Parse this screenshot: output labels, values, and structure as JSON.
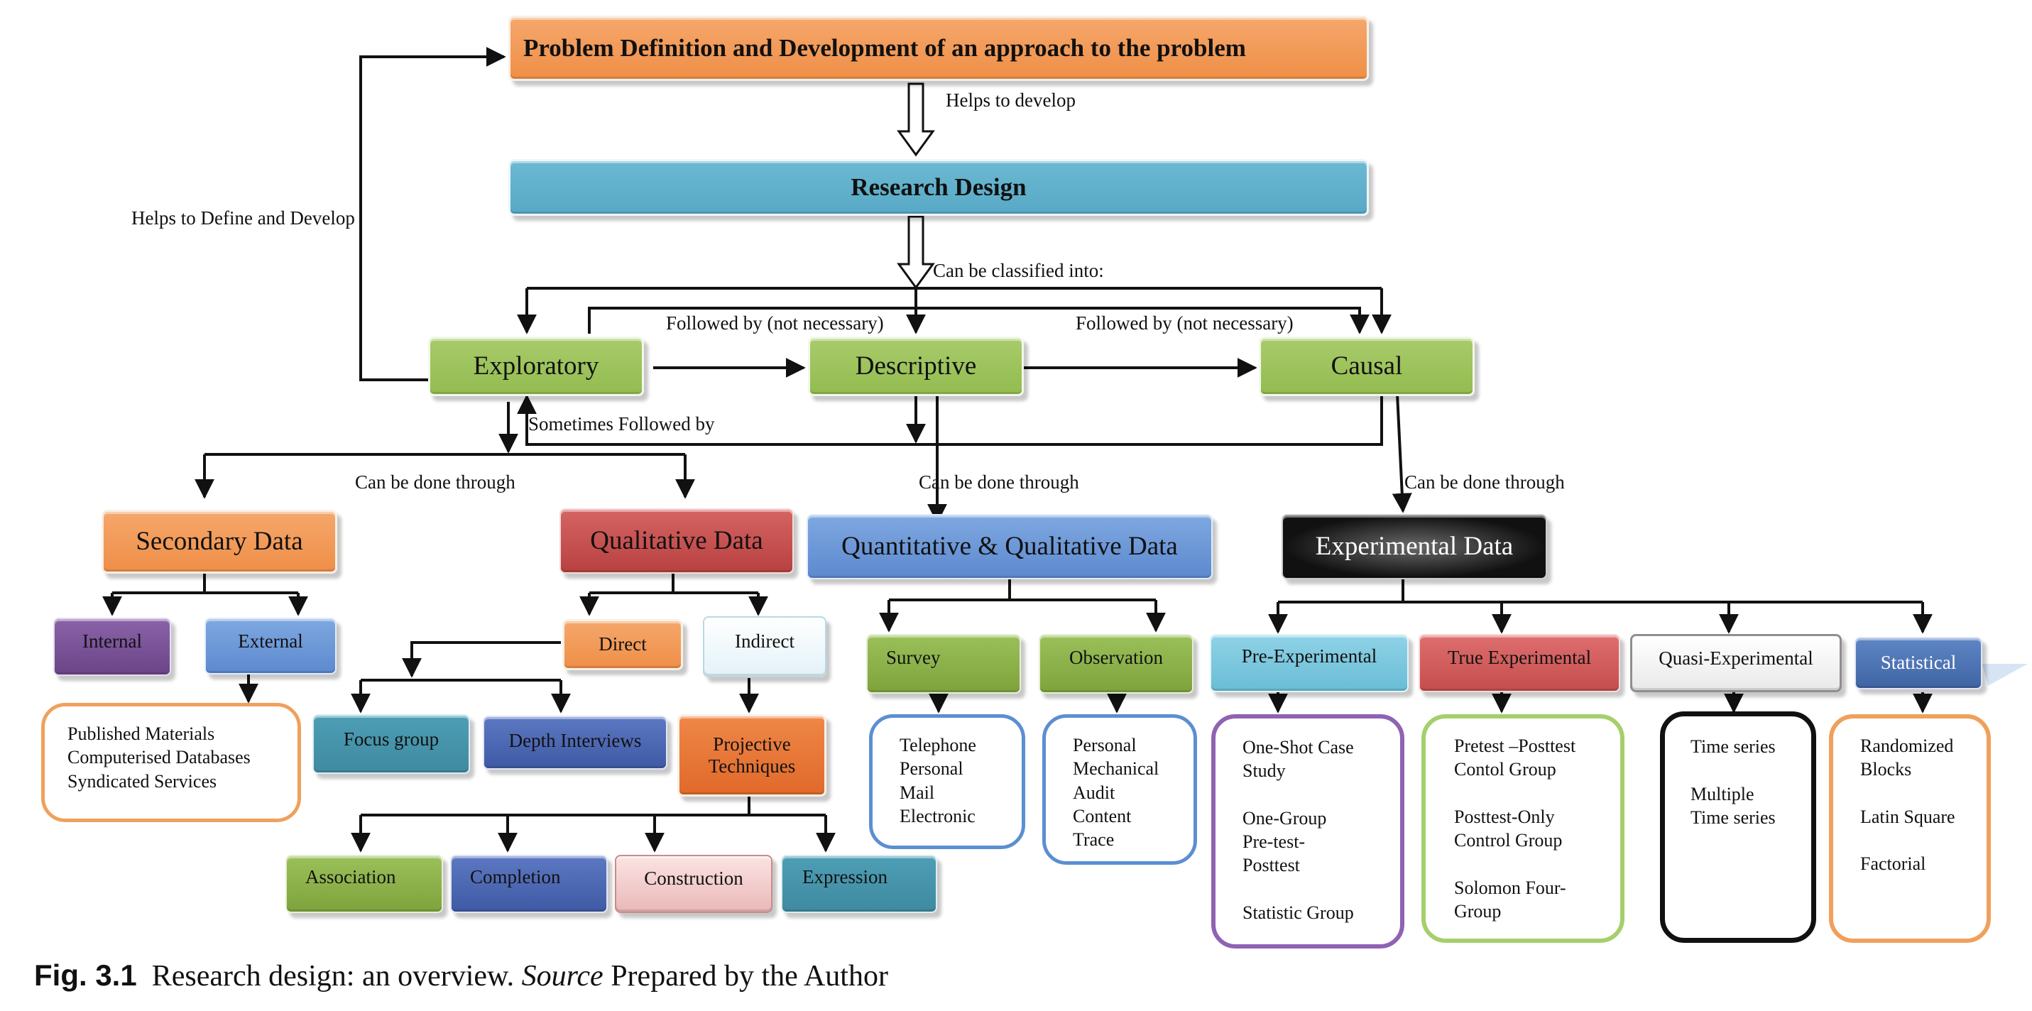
{
  "nodes": {
    "problem_definition": "Problem Definition and Development of an approach to the problem",
    "research_design": "Research Design",
    "exploratory": "Exploratory",
    "descriptive": "Descriptive",
    "causal": "Causal",
    "secondary_data": "Secondary Data",
    "qualitative_data": "Qualitative Data",
    "quant_qual_data": "Quantitative & Qualitative Data",
    "experimental_data": "Experimental Data",
    "internal": "Internal",
    "external": "External",
    "direct": "Direct",
    "indirect": "Indirect",
    "survey": "Survey",
    "observation": "Observation",
    "pre_experimental": "Pre-Experimental",
    "true_experimental": "True Experimental",
    "quasi_experimental": "Quasi-Experimental",
    "statistical": "Statistical",
    "focus_group": "Focus group",
    "depth_interviews": "Depth Interviews",
    "projective_techniques": "Projective Techniques",
    "association": "Association",
    "completion": "Completion",
    "construction": "Construction",
    "expression": "Expression"
  },
  "lists": {
    "external_sources": "Published Materials\nComputerised Databases\nSyndicated Services",
    "survey_methods": "Telephone\nPersonal\nMail\nElectronic",
    "observation_methods": "Personal\nMechanical\nAudit\nContent\nTrace",
    "pre_experimental_designs": "One-Shot Case\nStudy\n\nOne-Group\nPre-test-\nPosttest\n\nStatistic Group",
    "true_experimental_designs": "Pretest –Posttest\nContol Group\n\nPosttest-Only\nControl Group\n\nSolomon Four-\nGroup",
    "quasi_experimental_designs": "Time series\n\nMultiple\nTime series",
    "statistical_designs": "Randomized\nBlocks\n\nLatin Square\n\nFactorial"
  },
  "labels": {
    "helps_to_develop": "Helps to develop",
    "helps_define_develop": "Helps to Define and Develop",
    "can_be_classified": "Can be classified into:",
    "followed_by_1": "Followed by (not necessary)",
    "followed_by_2": "Followed by (not necessary)",
    "sometimes_followed": "Sometimes Followed by",
    "done_through_1": "Can be done through",
    "done_through_2": "Can be done through",
    "done_through_3": "Can be done through"
  },
  "caption": {
    "fig": "Fig. 3.1",
    "text_before": "Research design: an overview.",
    "source": "Source",
    "text_after": "Prepared by the Author"
  },
  "colors": {
    "orange": "#ef8f48",
    "teal_blue": "#58a9c6",
    "green": "#93bc50",
    "red": "#b84140",
    "black": "#111111"
  }
}
